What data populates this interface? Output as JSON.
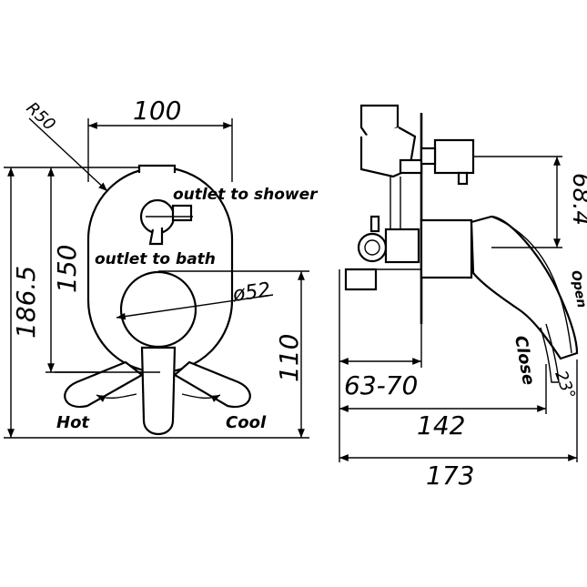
{
  "front_view": {
    "radius": "R50",
    "width": "100",
    "overall_height": "186.5",
    "plate_height": "150",
    "handle_height": "110",
    "handle_diameter": "ø52",
    "outlet_shower": "outlet to shower",
    "outlet_bath": "outlet to bath",
    "hot": "Hot",
    "cool": "Cool"
  },
  "side_view": {
    "offset": "68.4",
    "depth_range": "63-70",
    "depth": "142",
    "total_depth": "173",
    "open": "Open",
    "close": "Close",
    "angle": "23°"
  }
}
